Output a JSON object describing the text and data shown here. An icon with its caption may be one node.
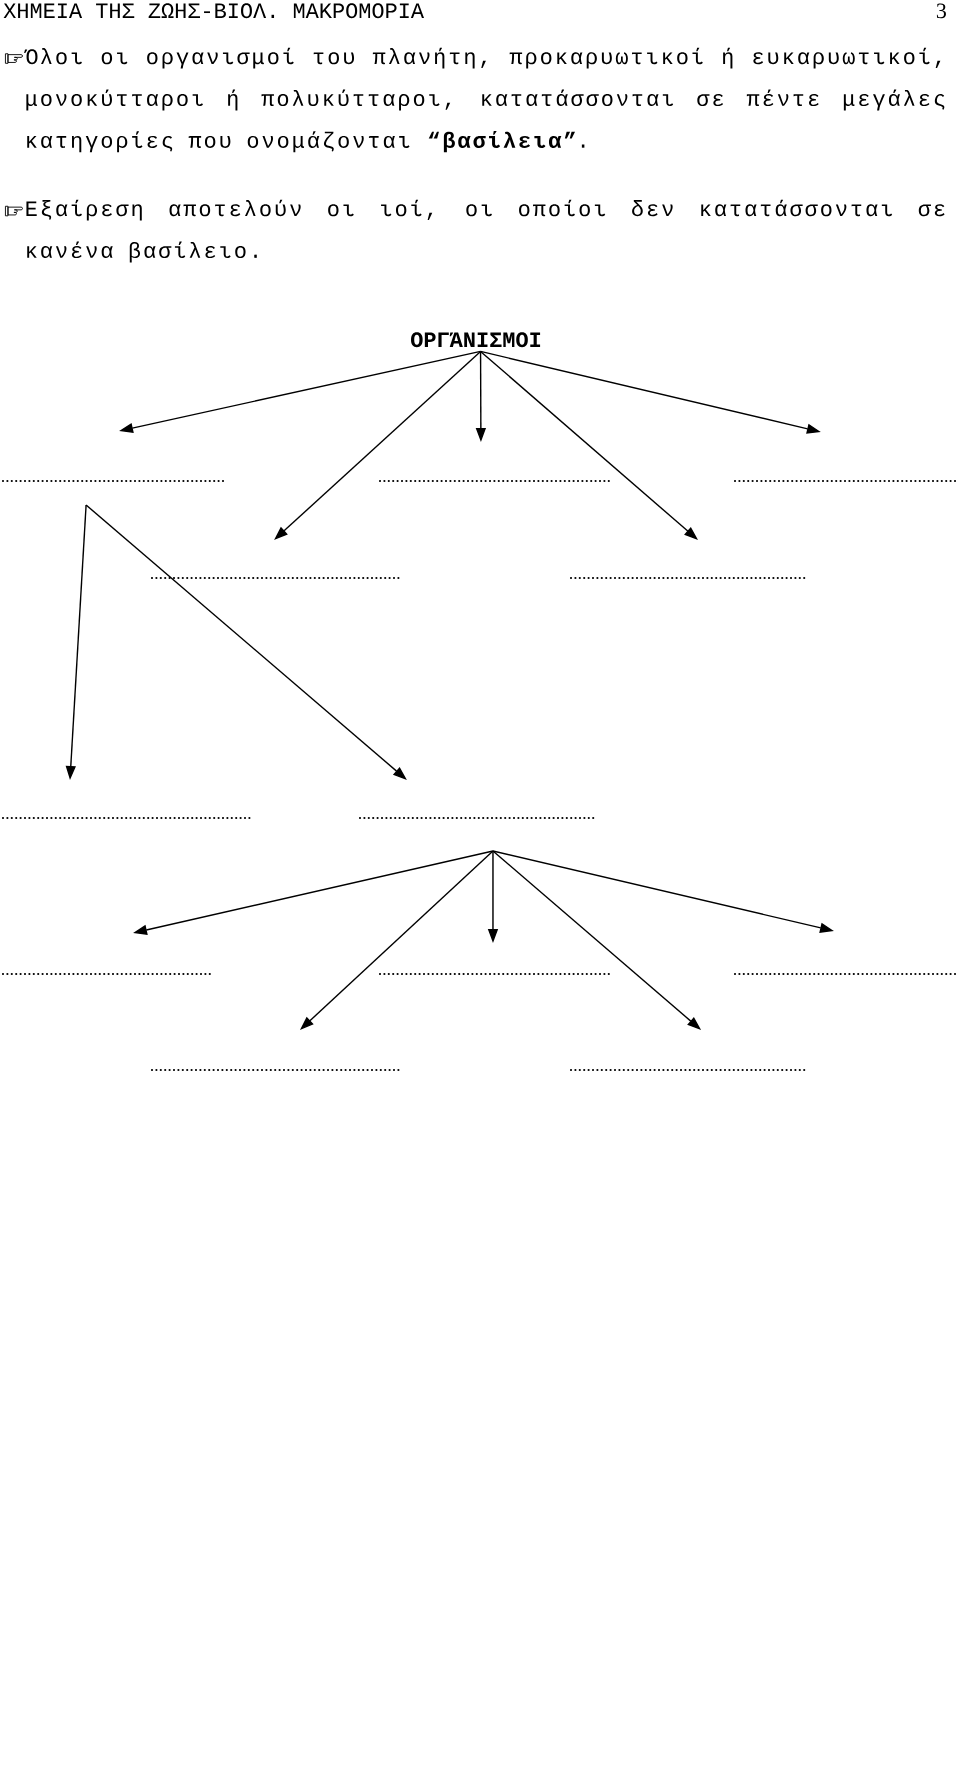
{
  "diagram": {
    "nodes": [
      {
        "text": [
          "ΟΡΓΆΝΙΣΜΟΙ"
        ]
      },
      {
        "text": [],
        "shape": "line"
      },
      {
        "text": [],
        "shape": "line"
      },
      {
        "text": [],
        "shape": "line"
      },
      {
        "text": [],
        "shape": "line"
      },
      {
        "text": [],
        "shape": "line"
      },
      {
        "text": [],
        "shape": "line"
      },
      {
        "text": [],
        "shape": "line"
      },
      {
        "text": [],
        "shape": "line"
      },
      {
        "text": [],
        "shape": "line"
      },
      {
        "text": [],
        "shape": "line"
      },
      {
        "text": [],
        "shape": "line"
      },
      {
        "text": [],
        "shape": "line"
      }
    ],
    "edges": [
      {
        "from": 0,
        "to": 1,
        "arrow": "to"
      },
      {
        "from": 0,
        "to": 4,
        "arrow": "to"
      },
      {
        "from": 0,
        "to": 2,
        "arrow": "to"
      },
      {
        "from": 0,
        "to": 5,
        "arrow": "to"
      },
      {
        "from": 0,
        "to": 3,
        "arrow": "to"
      },
      {
        "from": 1,
        "to": 6,
        "arrow": "to"
      },
      {
        "from": 1,
        "to": 7,
        "arrow": "to"
      },
      {
        "from": 7,
        "to": 8,
        "arrow": "to"
      },
      {
        "from": 7,
        "to": 11,
        "arrow": "to"
      },
      {
        "from": 7,
        "to": 9,
        "arrow": "to"
      },
      {
        "from": 7,
        "to": 12,
        "arrow": "to"
      },
      {
        "from": 7,
        "to": 10,
        "arrow": "to"
      }
    ],
    "labels": [
      "ΧΗΜΕΙΑ ΤΗΣ ΖΩΗΣ-ΒΙΟΛ. ΜΑΚΡΟΜΟΡΙΑ",
      "3",
      "Όλοι οι οργανισμοί του πλανήτη, προκαρυωτικοί ή ευκαρυωτικοί, μονοκύτταροι ή πολυκύτταροι, κατατάσσονται σε πέντε μεγάλες κατηγορίες που ονομάζονται **“βασίλεια”**.",
      "Εξαίρεση αποτελούν οι ιοί, οι οποίοι δεν κατατάσσονται σε κανένα βασίλειο."
    ]
  }
}
